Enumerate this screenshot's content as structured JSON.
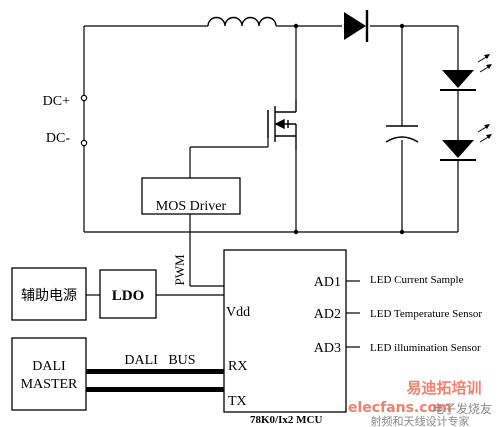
{
  "labels": {
    "dc_plus": "DC+",
    "dc_minus": "DC-",
    "mos_driver": "MOS Driver",
    "pwm": "PWM",
    "aux_power": "辅助电源",
    "ldo": "LDO",
    "vdd": "Vdd",
    "rx": "RX",
    "tx": "TX",
    "dali_master_line1": "DALI",
    "dali_master_line2": "MASTER",
    "dali_bus": "DALI   BUS",
    "ad1": "AD1",
    "ad2": "AD2",
    "ad3": "AD3",
    "led_current": "LED Current Sample",
    "led_temperature": "LED Temperature Sensor",
    "led_illumination": "LED illumination Sensor",
    "mcu": "78K0/Ix2 MCU"
  },
  "watermark": {
    "logo_text": "elecfans.com",
    "cn_brand": "易迪拓培训",
    "cn_sub": "射频和天线设计专家",
    "cn_site": "电子发烧友"
  }
}
